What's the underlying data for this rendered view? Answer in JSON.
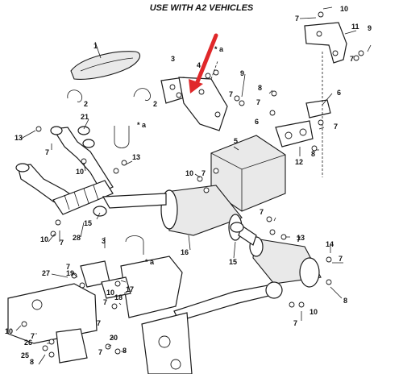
{
  "figure": {
    "title": "USE WITH A2 VEHICLES",
    "callouts": [
      "1",
      "2",
      "3",
      "4",
      "5",
      "6",
      "7",
      "8",
      "9",
      "10",
      "11",
      "12",
      "13",
      "14",
      "15",
      "16",
      "17",
      "18",
      "19",
      "20",
      "21",
      "25",
      "26",
      "27",
      "28",
      "a"
    ],
    "asterisk_a": "* a",
    "arrow_color": "#e0282a"
  }
}
